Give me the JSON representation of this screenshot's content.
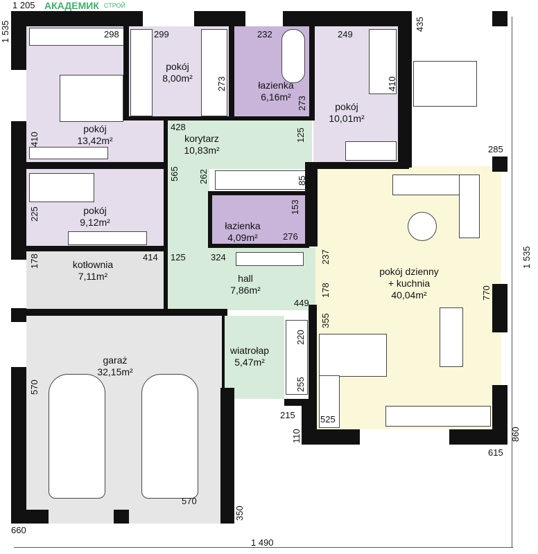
{
  "logo": {
    "name": "АКАДЕМИК",
    "sub": "СТРОЙ"
  },
  "rooms": [
    {
      "name": "pokój",
      "area": "13,42m²"
    },
    {
      "name": "pokój",
      "area": "8,00m²"
    },
    {
      "name": "łazienka",
      "area": "6,16m²"
    },
    {
      "name": "pokój",
      "area": "10,01m²"
    },
    {
      "name": "korytarz",
      "area": "10,83m²"
    },
    {
      "name": "pokój",
      "area": "9,12m²"
    },
    {
      "name": "łazienka",
      "area": "4,09m²"
    },
    {
      "name": "kotłownia",
      "area": "7,11m²"
    },
    {
      "name": "hall",
      "area": "7,86m²"
    },
    {
      "name": "pokój dzienny",
      "name2": "+ kuchnia",
      "area": "40,04m²"
    },
    {
      "name": "garaż",
      "area": "32,15m²"
    },
    {
      "name": "wiatrołap",
      "area": "5,47m²"
    }
  ],
  "dims": [
    "1 205",
    "1 535",
    "298",
    "299",
    "273",
    "232",
    "273",
    "249",
    "410",
    "435",
    "428",
    "410",
    "125",
    "285",
    "565",
    "262",
    "85",
    "225",
    "153",
    "276",
    "237",
    "178",
    "414",
    "125",
    "324",
    "1 535",
    "178",
    "449",
    "770",
    "355",
    "220",
    "570",
    "255",
    "215",
    "110",
    "525",
    "860",
    "615",
    "570",
    "350",
    "660",
    "1 490"
  ],
  "colors": {
    "bedroom": "#e5ddec",
    "bath": "#c9b5da",
    "hall": "#d7ebda",
    "utility": "#e3e3e3",
    "living": "#fbf8da"
  }
}
